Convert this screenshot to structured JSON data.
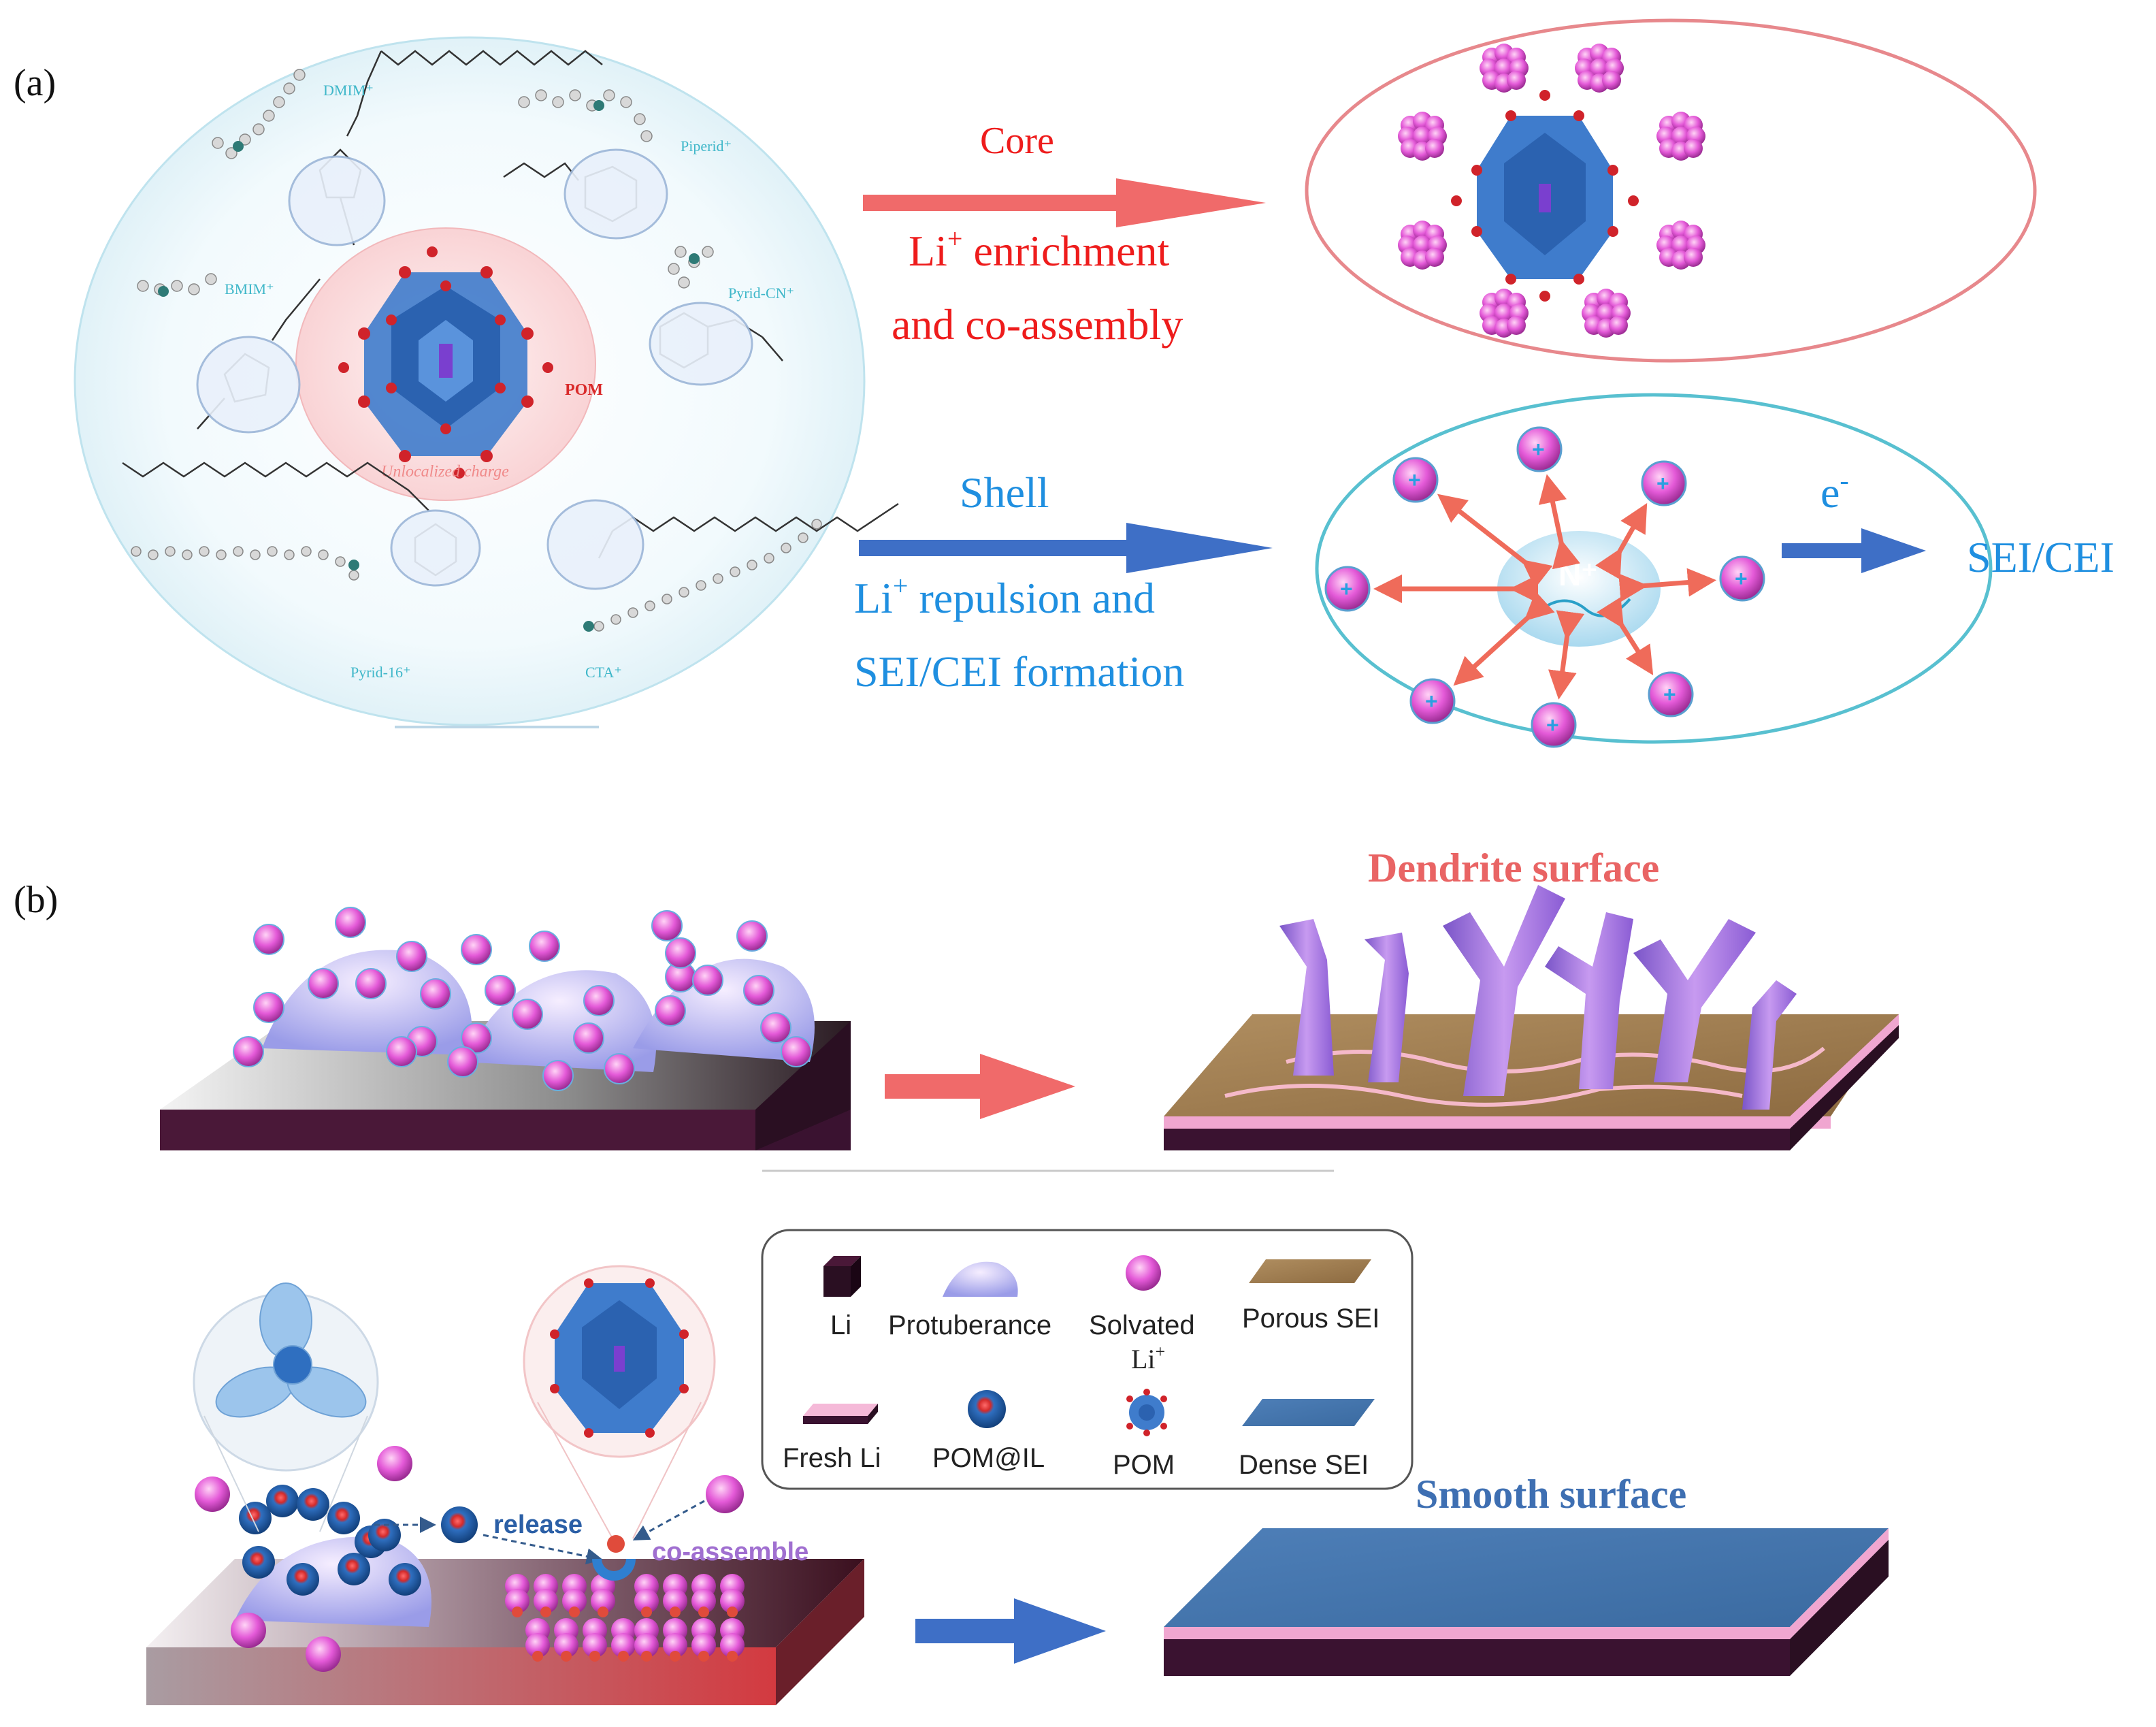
{
  "panel_a": {
    "label": "(a)",
    "molecules": {
      "dmim": "DMIM⁺",
      "piperid": "Piperid⁺",
      "bmim": "BMIM⁺",
      "pyrid_cn": "Pyrid-CN⁺",
      "pyrid16": "Pyrid-16⁺",
      "cta": "CTA⁺",
      "pom": "POM",
      "unlocalized": "Unlocalized charge"
    },
    "core": {
      "title": "Core",
      "line1_prefix": "Li",
      "line1_sup": "+",
      "line1_suffix": " enrichment",
      "line2": "and co-assembly"
    },
    "shell": {
      "title": "Shell",
      "line1_prefix": "Li",
      "line1_sup": "+",
      "line1_suffix": " repulsion and",
      "line2": "SEI/CEI formation"
    },
    "center_label": "N⁺",
    "electron_label": "e",
    "electron_sup": "-",
    "sei_cei": "SEI/CEI"
  },
  "panel_b": {
    "label": "(b)",
    "dendrite_title": "Dendrite surface",
    "smooth_title": "Smooth surface",
    "release": "release",
    "co_assemble": "co-assemble",
    "legend": {
      "li": "Li",
      "protuberance": "Protuberance",
      "solvated_li_line1": "Solvated",
      "solvated_li_line2": "Li",
      "solvated_li_sup": "+",
      "porous_sei": "Porous SEI",
      "fresh_li": "Fresh Li",
      "pom_il": "POM@IL",
      "pom": "POM",
      "dense_sei": "Dense SEI"
    }
  },
  "colors": {
    "core_arrow": "#f06a6a",
    "shell_arrow": "#3e6fc6",
    "li_ion": "#e05bd6",
    "pom_blue": "#2f6fc0",
    "oxygen_red": "#d0232a",
    "substrate_dark": "#3a1230",
    "porous_sei": "#a07a4a",
    "dense_sei": "#3b6ca8",
    "fresh_li": "#f0a6d0"
  }
}
